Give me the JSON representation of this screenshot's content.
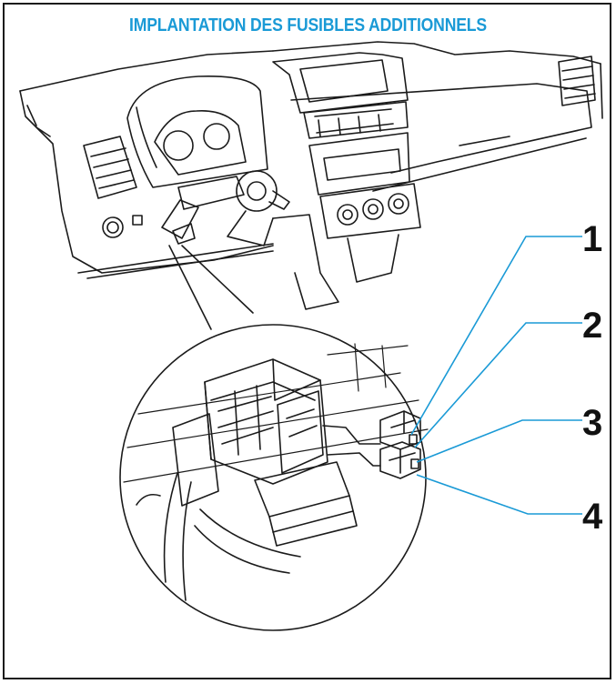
{
  "title": "IMPLANTATION DES FUSIBLES ADDITIONNELS",
  "colors": {
    "title": "#1a9ad6",
    "leader_lines": "#1a9ad6",
    "callouts": "#111111",
    "line_art": "#1b1b1b"
  },
  "callouts": [
    {
      "label": "1"
    },
    {
      "label": "2"
    },
    {
      "label": "3"
    },
    {
      "label": "4"
    }
  ]
}
